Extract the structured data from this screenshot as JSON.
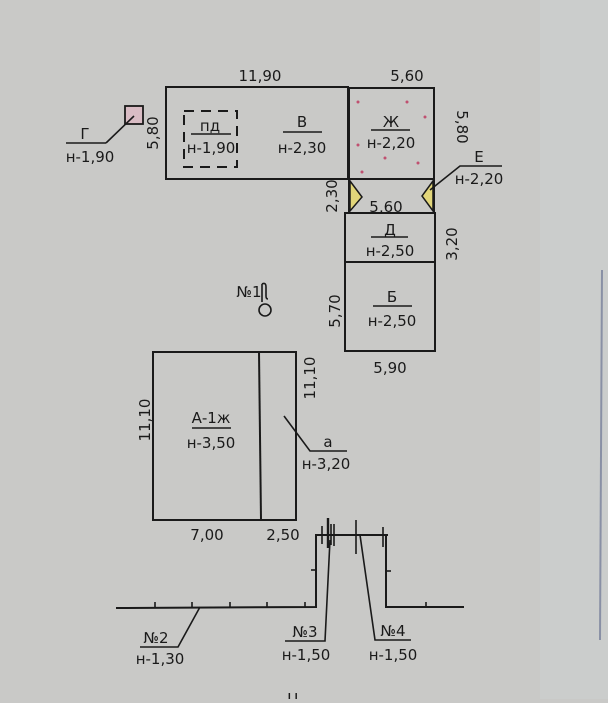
{
  "colors": {
    "paper": "#c9c9c7",
    "paper_right": "#cdd1cf",
    "building_fill": "#d9bcc4",
    "shed_fill": "#a9a7a5",
    "porch_fill": "#d4d2ca",
    "step_fill": "#e2d67a",
    "line": "#1a1a1a"
  },
  "buildings": [
    {
      "id": "pd",
      "letter": "пд",
      "height_label": "н-1,90",
      "style": "dashed"
    },
    {
      "id": "V",
      "letter": "В",
      "height_label": "н-2,30"
    },
    {
      "id": "Zh",
      "letter": "Ж",
      "height_label": "н-2,20"
    },
    {
      "id": "D",
      "letter": "Д",
      "height_label": "н-2,50"
    },
    {
      "id": "B",
      "letter": "Б",
      "height_label": "н-2,50"
    },
    {
      "id": "A",
      "letter": "А-1ж",
      "height_label": "н-3,50"
    },
    {
      "id": "a",
      "letter": "а",
      "height_label": "н-3,20"
    },
    {
      "id": "G",
      "letter": "Г",
      "height_label": "н-1,90"
    },
    {
      "id": "E",
      "letter": "Е",
      "height_label": "н-2,20"
    }
  ],
  "dimensions": {
    "v_top": "11,90",
    "zh_top": "5,60",
    "v_left": "5,80",
    "zh_right": "5,80",
    "porch_left": "2,30",
    "porch_bottom": "5,60",
    "d_right": "3,20",
    "b_left": "5,70",
    "b_bottom": "5,90",
    "a_left": "11,10",
    "a_right": "11,10",
    "a_bottom": "7,00",
    "a_ext_bottom": "2,50"
  },
  "features": [
    {
      "id": "well1",
      "label": "№1",
      "symbol": "well"
    },
    {
      "id": "fence2",
      "label": "№2",
      "height_label": "н-1,30"
    },
    {
      "id": "gate3",
      "label": "№3",
      "height_label": "н-1,50"
    },
    {
      "id": "gate4",
      "label": "№4",
      "height_label": "н-1,50"
    }
  ],
  "bottom_partial_text": "Ц"
}
